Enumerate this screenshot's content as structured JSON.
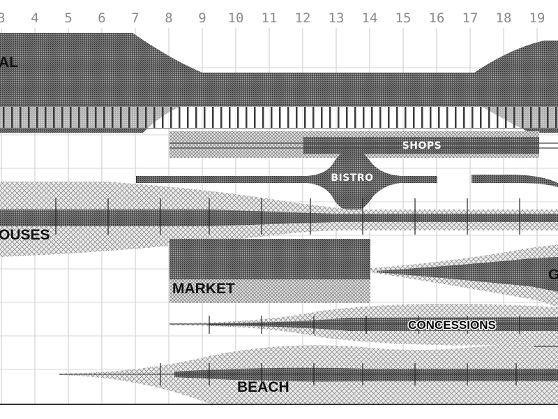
{
  "time_axis": {
    "hours": [
      "3",
      "4",
      "5",
      "6",
      "7",
      "8",
      "9",
      "10",
      "11",
      "12",
      "13",
      "14",
      "15",
      "16",
      "17",
      "18",
      "19"
    ]
  },
  "zones": [
    {
      "id": "terminal",
      "label": "AL"
    },
    {
      "id": "shops",
      "label": "SHOPS"
    },
    {
      "id": "bistro",
      "label": "BISTRO"
    },
    {
      "id": "houses",
      "label": "OUSES"
    },
    {
      "id": "market",
      "label": "MARKET"
    },
    {
      "id": "g",
      "label": "G"
    },
    {
      "id": "concessions",
      "label": "CONCESSIONS"
    },
    {
      "id": "beach",
      "label": "BEACH"
    }
  ],
  "colors": {
    "grid": "#c8c8c8",
    "dense": "#555555",
    "hatch": "#8c8c8c",
    "text": "#111111",
    "hour_label": "#8a8a8a"
  }
}
